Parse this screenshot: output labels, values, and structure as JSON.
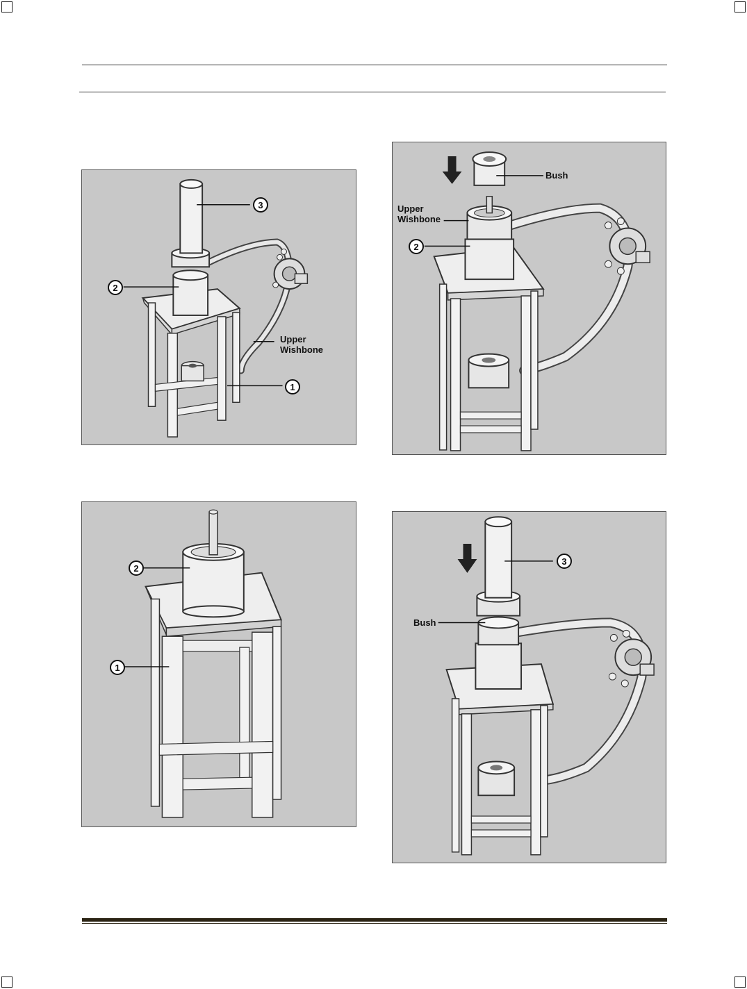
{
  "figures": {
    "fig1": {
      "callout_1": "1",
      "callout_2": "2",
      "callout_3": "3",
      "label_line1": "Upper",
      "label_line2": "Wishbone"
    },
    "fig2": {
      "label_bush": "Bush",
      "label_line1": "Upper",
      "label_line2": "Wishbone",
      "callout_2": "2"
    },
    "fig3": {
      "callout_1": "1",
      "callout_2": "2"
    },
    "fig4": {
      "callout_3": "3",
      "label_bush": "Bush"
    }
  }
}
